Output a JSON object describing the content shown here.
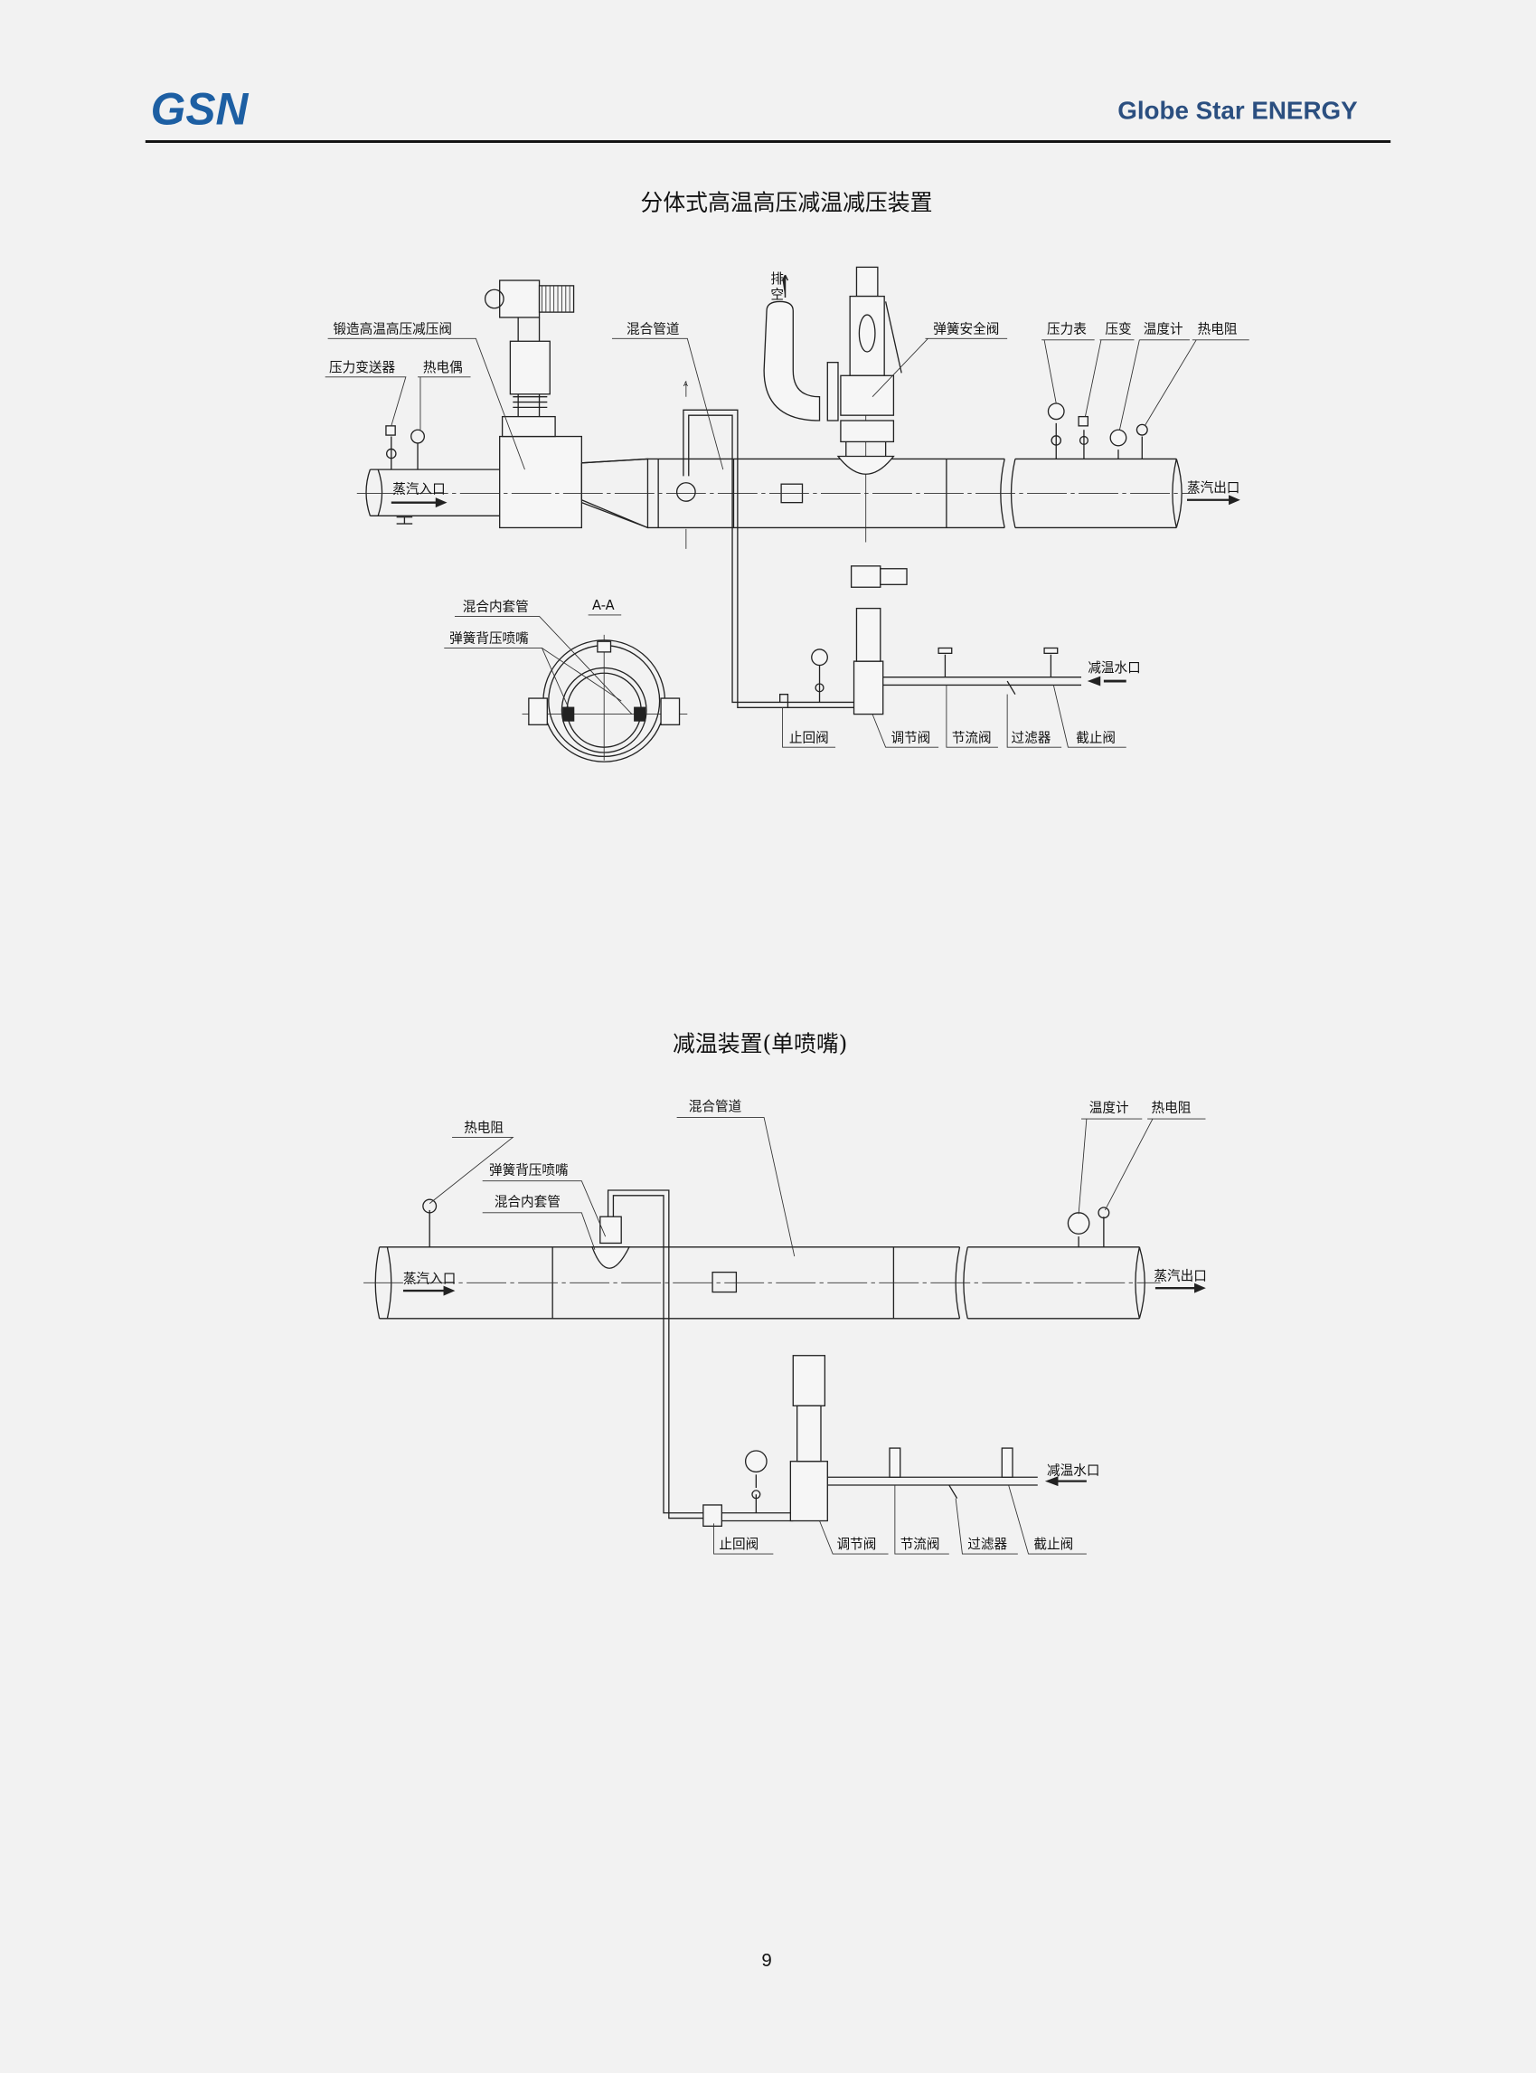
{
  "header": {
    "logo_text": "GSN",
    "company": "Globe Star ENERGY",
    "brand_color": "#1d5fa3",
    "company_color": "#2b4f80"
  },
  "diagram1": {
    "title": "分体式高温高压减温减压装置",
    "labels": {
      "pressure_reducing_valve": "锻造高温高压减压阀",
      "pressure_transmitter": "压力变送器",
      "thermocouple": "热电偶",
      "mixing_pipe": "混合管道",
      "spring_safety_valve": "弹簧安全阀",
      "pressure_gauge": "压力表",
      "pressure_transducer": "压变",
      "thermometer": "温度计",
      "rtd": "热电阻",
      "vent_1": "排",
      "vent_2": "空",
      "steam_inlet": "蒸汽入口",
      "steam_outlet": "蒸汽出口",
      "section": "A-A",
      "inner_sleeve": "混合内套管",
      "nozzle": "弹簧背压喷嘴",
      "check_valve": "止回阀",
      "control_valve": "调节阀",
      "throttle_valve": "节流阀",
      "strainer": "过滤器",
      "stop_valve": "截止阀",
      "water_inlet": "减温水口",
      "section_mark": "A"
    }
  },
  "diagram2": {
    "title": "减温装置(单喷嘴)",
    "labels": {
      "rtd_left": "热电阻",
      "nozzle": "弹簧背压喷嘴",
      "inner_sleeve": "混合内套管",
      "mixing_pipe": "混合管道",
      "thermometer": "温度计",
      "rtd_right": "热电阻",
      "steam_inlet": "蒸汽入口",
      "steam_outlet": "蒸汽出口",
      "water_inlet": "减温水口",
      "check_valve": "止回阀",
      "control_valve": "调节阀",
      "throttle_valve": "节流阀",
      "strainer": "过滤器",
      "stop_valve": "截止阀"
    }
  },
  "footer": {
    "page_number": "9"
  }
}
